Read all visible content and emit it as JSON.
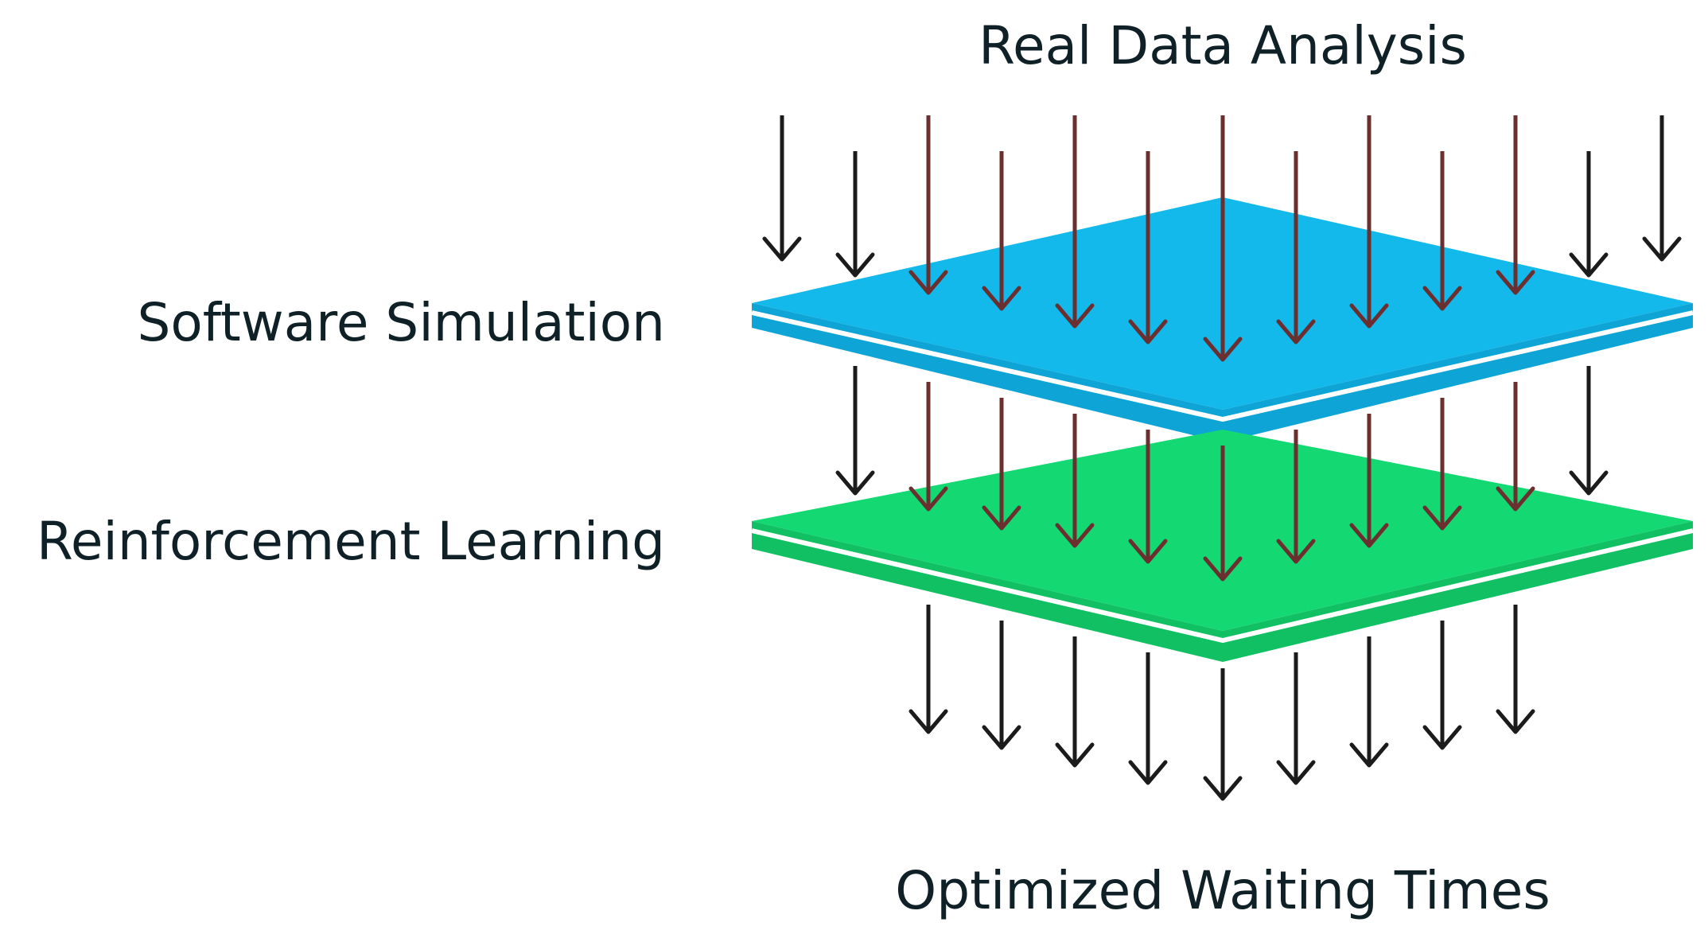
{
  "diagram": {
    "top_label": "Real Data Analysis",
    "layers": [
      {
        "label": "Software Simulation",
        "color": "#12b9ea",
        "edge_color": "#0fa4d6"
      },
      {
        "label": "Reinforcement Learning",
        "color": "#14d973",
        "edge_color": "#10c063"
      }
    ],
    "bottom_label": "Optimized Waiting Times"
  }
}
